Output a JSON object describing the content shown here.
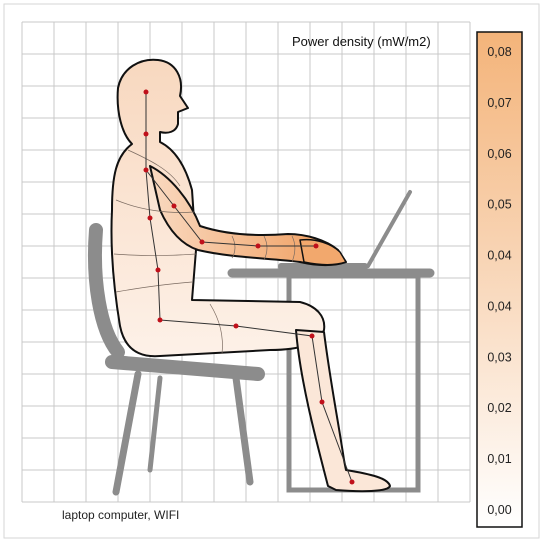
{
  "legend": {
    "title": "Power density (mW/m2)",
    "ticks": [
      "0,08",
      "0,07",
      "0,06",
      "0,05",
      "0,04",
      "0,04",
      "0,03",
      "0,02",
      "0,01",
      "0,00"
    ],
    "gradient_top_color": "#f4b47a",
    "gradient_bottom_color": "#ffffff"
  },
  "caption": "laptop computer, WIFI",
  "colors": {
    "body_fill": "#fbe4d2",
    "body_outline": "#111111",
    "hotspot_fill": "#f2a86d",
    "furniture": "#8c8c8c",
    "grid": "#c8c8c8",
    "marker": "#c0101a"
  }
}
